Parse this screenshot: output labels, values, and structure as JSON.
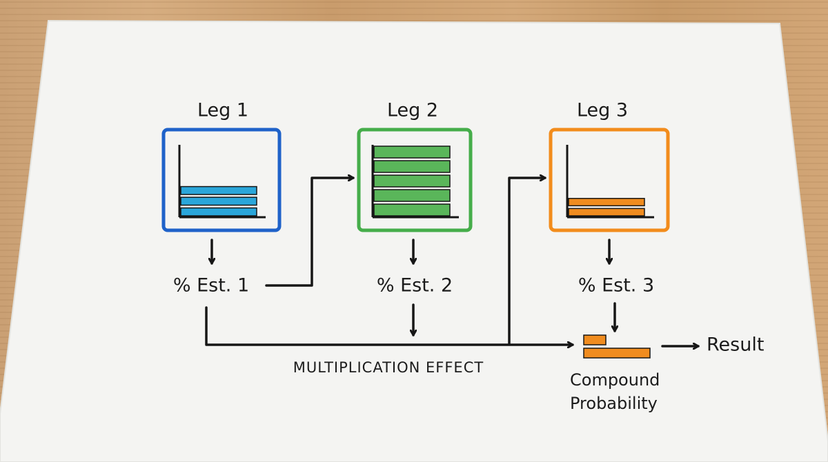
{
  "legs": [
    {
      "title": "Leg 1",
      "estimate": "% Est. 1",
      "color": "#1f62c9",
      "fill": "#2aa6da",
      "fill_level": 0.42,
      "bar_count": 3
    },
    {
      "title": "Leg 2",
      "estimate": "% Est. 2",
      "color": "#45ad4a",
      "fill": "#5ab65a",
      "fill_level": 1.0,
      "bar_count": 5
    },
    {
      "title": "Leg 3",
      "estimate": "% Est. 3",
      "color": "#f28c1c",
      "fill": "#f08c1f",
      "fill_level": 0.25,
      "bar_count": 2
    }
  ],
  "effect_label": "MULTIPLICATION EFFECT",
  "compound": {
    "line1": "Compound",
    "line2": "Probability",
    "color": "#f08c1f"
  },
  "result_label": "Result",
  "ink_color": "#161616",
  "paper_color": "#f4f4f2",
  "table_color": "#cfa273"
}
